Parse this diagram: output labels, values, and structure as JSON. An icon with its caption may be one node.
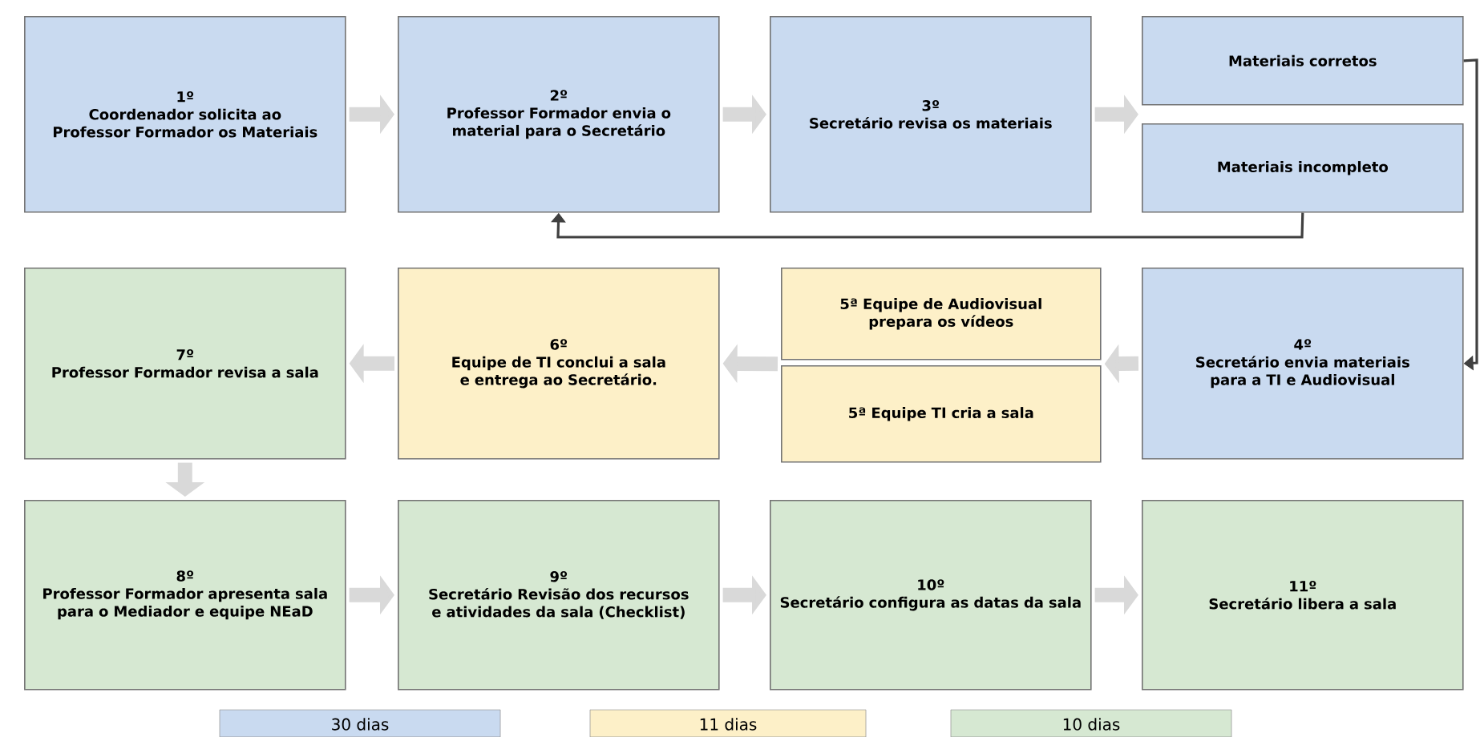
{
  "diagram": {
    "nodes": [
      {
        "text": [
          "1º",
          "Coordenador solicita ao Professor Formador os Materiais"
        ]
      },
      {
        "text": [
          "2º",
          "Professor Formador envia o material para o Secretário"
        ]
      },
      {
        "text": [
          "3º",
          "Secretário revisa os materiais"
        ]
      },
      {
        "text": [
          "Materiais corretos"
        ]
      },
      {
        "text": [
          "Materiais incompleto"
        ]
      },
      {
        "text": [
          "7º",
          "Professor Formador revisa a sala"
        ]
      },
      {
        "text": [
          "6º",
          "Equipe de TI conclui a sala e entrega ao Secretário."
        ]
      },
      {
        "text": [
          "5ª Equipe de Audiovisual prepara os vídeos"
        ]
      },
      {
        "text": [
          "5ª Equipe TI cria a sala"
        ]
      },
      {
        "text": [
          "4º",
          "Secretário envia materiais  para a TI e Audiovisual"
        ]
      },
      {
        "text": [
          "8º",
          "Professor Formador apresenta sala para o Mediador e equipe NEaD"
        ]
      },
      {
        "text": [
          "9º",
          "Secretário Revisão dos recursos e atividades da sala (Checklist)"
        ]
      },
      {
        "text": [
          "10º",
          "Secretário configura as datas da sala"
        ]
      },
      {
        "text": [
          "11º",
          "Secretário libera a sala"
        ]
      }
    ],
    "edges": [
      {
        "from": 0,
        "to": 1,
        "arrow": "to"
      },
      {
        "from": 1,
        "to": 2,
        "arrow": "to"
      },
      {
        "from": 2,
        "to": 3,
        "arrow": "to"
      },
      {
        "from": 2,
        "to": 4,
        "arrow": "to"
      },
      {
        "from": 3,
        "to": 9,
        "arrow": "to",
        "color": "#404040"
      },
      {
        "from": 4,
        "to": 1,
        "arrow": "to",
        "color": "#404040"
      },
      {
        "from": 9,
        "to": 7,
        "arrow": "to"
      },
      {
        "from": 9,
        "to": 8,
        "arrow": "to"
      },
      {
        "from": 7,
        "to": 6,
        "arrow": "to"
      },
      {
        "from": 8,
        "to": 6,
        "arrow": "to"
      },
      {
        "from": 6,
        "to": 5,
        "arrow": "to"
      },
      {
        "from": 5,
        "to": 10,
        "arrow": "to"
      },
      {
        "from": 10,
        "to": 11,
        "arrow": "to"
      },
      {
        "from": 11,
        "to": 12,
        "arrow": "to"
      },
      {
        "from": 12,
        "to": 13,
        "arrow": "to"
      }
    ],
    "legend": [
      {
        "text": "30 dias",
        "color": "#c9daf0"
      },
      {
        "text": "11 dias",
        "color": "#fdf0c8"
      },
      {
        "text": "10 dias",
        "color": "#d6e8d2"
      }
    ]
  }
}
